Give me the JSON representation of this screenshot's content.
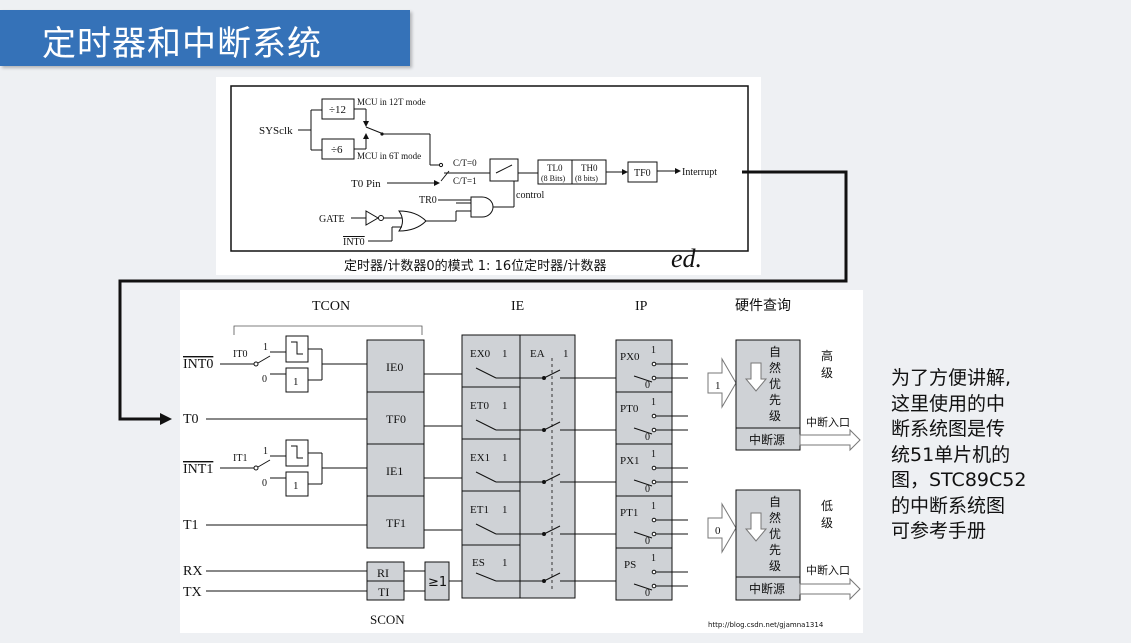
{
  "slide": {
    "title": "定时器和中断系统",
    "note_lines": [
      "为了方便讲解,",
      "这里使用的中",
      "断系统图是传",
      "统51单片机的",
      "图，STC89C52",
      "的中断系统图",
      "可参考手册"
    ]
  },
  "timer_diagram": {
    "caption": "定时器/计数器0的模式 1: 16位定时器/计数器",
    "sysclk": "SYSclk",
    "div12": "÷12",
    "div6": "÷6",
    "mode12t": "MCU in 12T mode",
    "mode6t": "MCU in 6T mode",
    "ct0": "C/T=0",
    "ct1": "C/T=1",
    "t0pin": "T0 Pin",
    "tl0": "TL0",
    "tl0_bits": "(8 Bits)",
    "th0": "TH0",
    "th0_bits": "(8 bits)",
    "tf0": "TF0",
    "interrupt": "Interrupt",
    "control": "control",
    "tr0": "TR0",
    "gate": "GATE",
    "int0": "INT0"
  },
  "interrupt_diagram": {
    "tcon": "TCON",
    "ie": "IE",
    "ip": "IP",
    "hw_query": "硬件查询",
    "scon": "SCON",
    "sources": [
      "INT0",
      "T0",
      "INT1",
      "T1",
      "RX",
      "TX"
    ],
    "it0": "IT0",
    "it1": "IT1",
    "one": "1",
    "zero": "0",
    "flags": [
      "IE0",
      "TF0",
      "IE1",
      "TF1"
    ],
    "ri": "RI",
    "ti": "TI",
    "or_gate": "≥1",
    "ie_bits": [
      "EX0",
      "ET0",
      "EX1",
      "ET1",
      "ES"
    ],
    "ea": "EA",
    "ip_bits": [
      "PX0",
      "PT0",
      "PX1",
      "PT1",
      "PS"
    ],
    "natural_priority": [
      "自",
      "然",
      "优",
      "先",
      "级"
    ],
    "int_source": "中断源",
    "high": [
      "高",
      "级"
    ],
    "low": [
      "低",
      "级"
    ],
    "entry": "中断入口",
    "watermark": "http://blog.csdn.net/gjamna1314"
  }
}
